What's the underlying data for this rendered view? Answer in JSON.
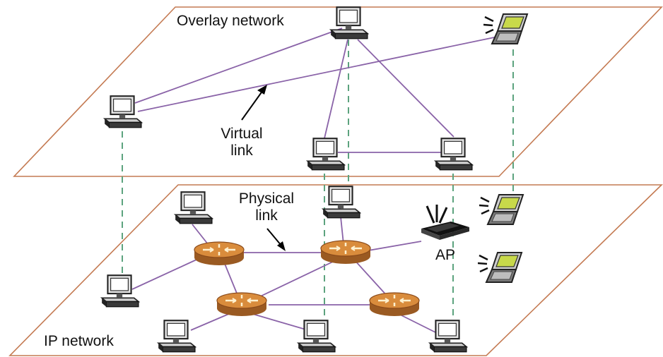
{
  "labels": {
    "overlay_network": "Overlay network",
    "ip_network": "IP network",
    "virtual_link_line1": "Virtual",
    "virtual_link_line2": "link",
    "physical_link_line1": "Physical",
    "physical_link_line2": "link",
    "access_point": "AP"
  },
  "icons": {
    "desktop": "desktop-computer-icon",
    "laptop": "wireless-laptop-icon",
    "router": "router-icon",
    "access_point": "wireless-access-point-icon"
  },
  "colors": {
    "plane_border": "#c47a52",
    "link": "#8a63a8",
    "vertical_mapping": "#5ca37e",
    "router": "#d98c3c",
    "laptop_screen": "#c8d94a"
  }
}
